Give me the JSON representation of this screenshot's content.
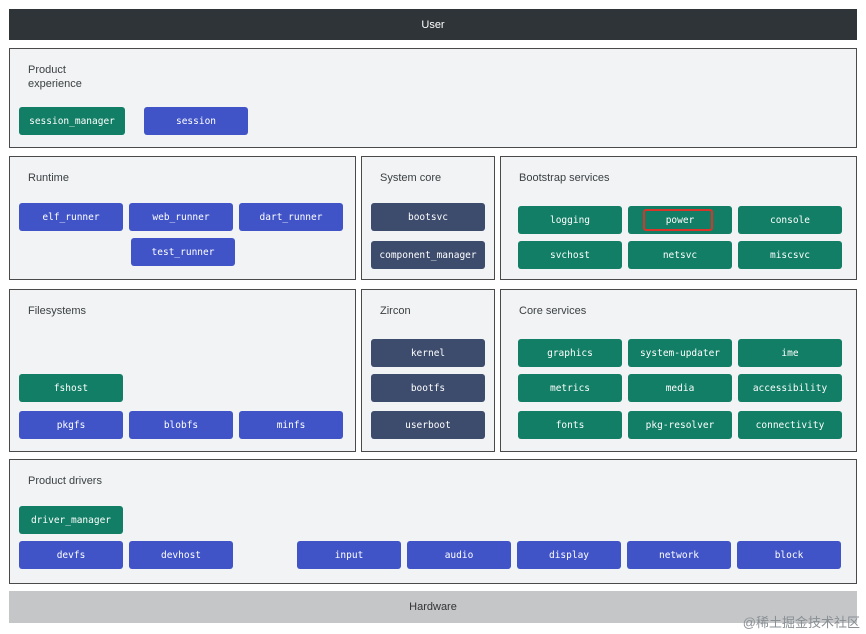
{
  "top_bar": "User",
  "bottom_bar": "Hardware",
  "panels": {
    "product_experience": {
      "title": "Product\nexperience",
      "items": [
        "session_manager",
        "session"
      ]
    },
    "runtime": {
      "title": "Runtime",
      "items": [
        "elf_runner",
        "web_runner",
        "dart_runner",
        "test_runner"
      ]
    },
    "system_core": {
      "title": "System core",
      "items": [
        "bootsvc",
        "component_manager"
      ]
    },
    "bootstrap_services": {
      "title": "Bootstrap services",
      "items": [
        "logging",
        "power",
        "console",
        "svchost",
        "netsvc",
        "miscsvc"
      ]
    },
    "filesystems": {
      "title": "Filesystems",
      "items": [
        "fshost",
        "pkgfs",
        "blobfs",
        "minfs"
      ]
    },
    "zircon": {
      "title": "Zircon",
      "items": [
        "kernel",
        "bootfs",
        "userboot"
      ]
    },
    "core_services": {
      "title": "Core services",
      "items": [
        "graphics",
        "system-updater",
        "ime",
        "metrics",
        "media",
        "accessibility",
        "fonts",
        "pkg-resolver",
        "connectivity"
      ]
    },
    "product_drivers": {
      "title": "Product drivers",
      "items": [
        "driver_manager",
        "devfs",
        "devhost",
        "input",
        "audio",
        "display",
        "network",
        "block"
      ]
    }
  },
  "highlighted_item": "power",
  "colors": {
    "green": "#117e65",
    "blue": "#4054c7",
    "dark": "#3d4b6c",
    "highlight": "#d9352b"
  },
  "watermark": "@稀土掘金技术社区"
}
